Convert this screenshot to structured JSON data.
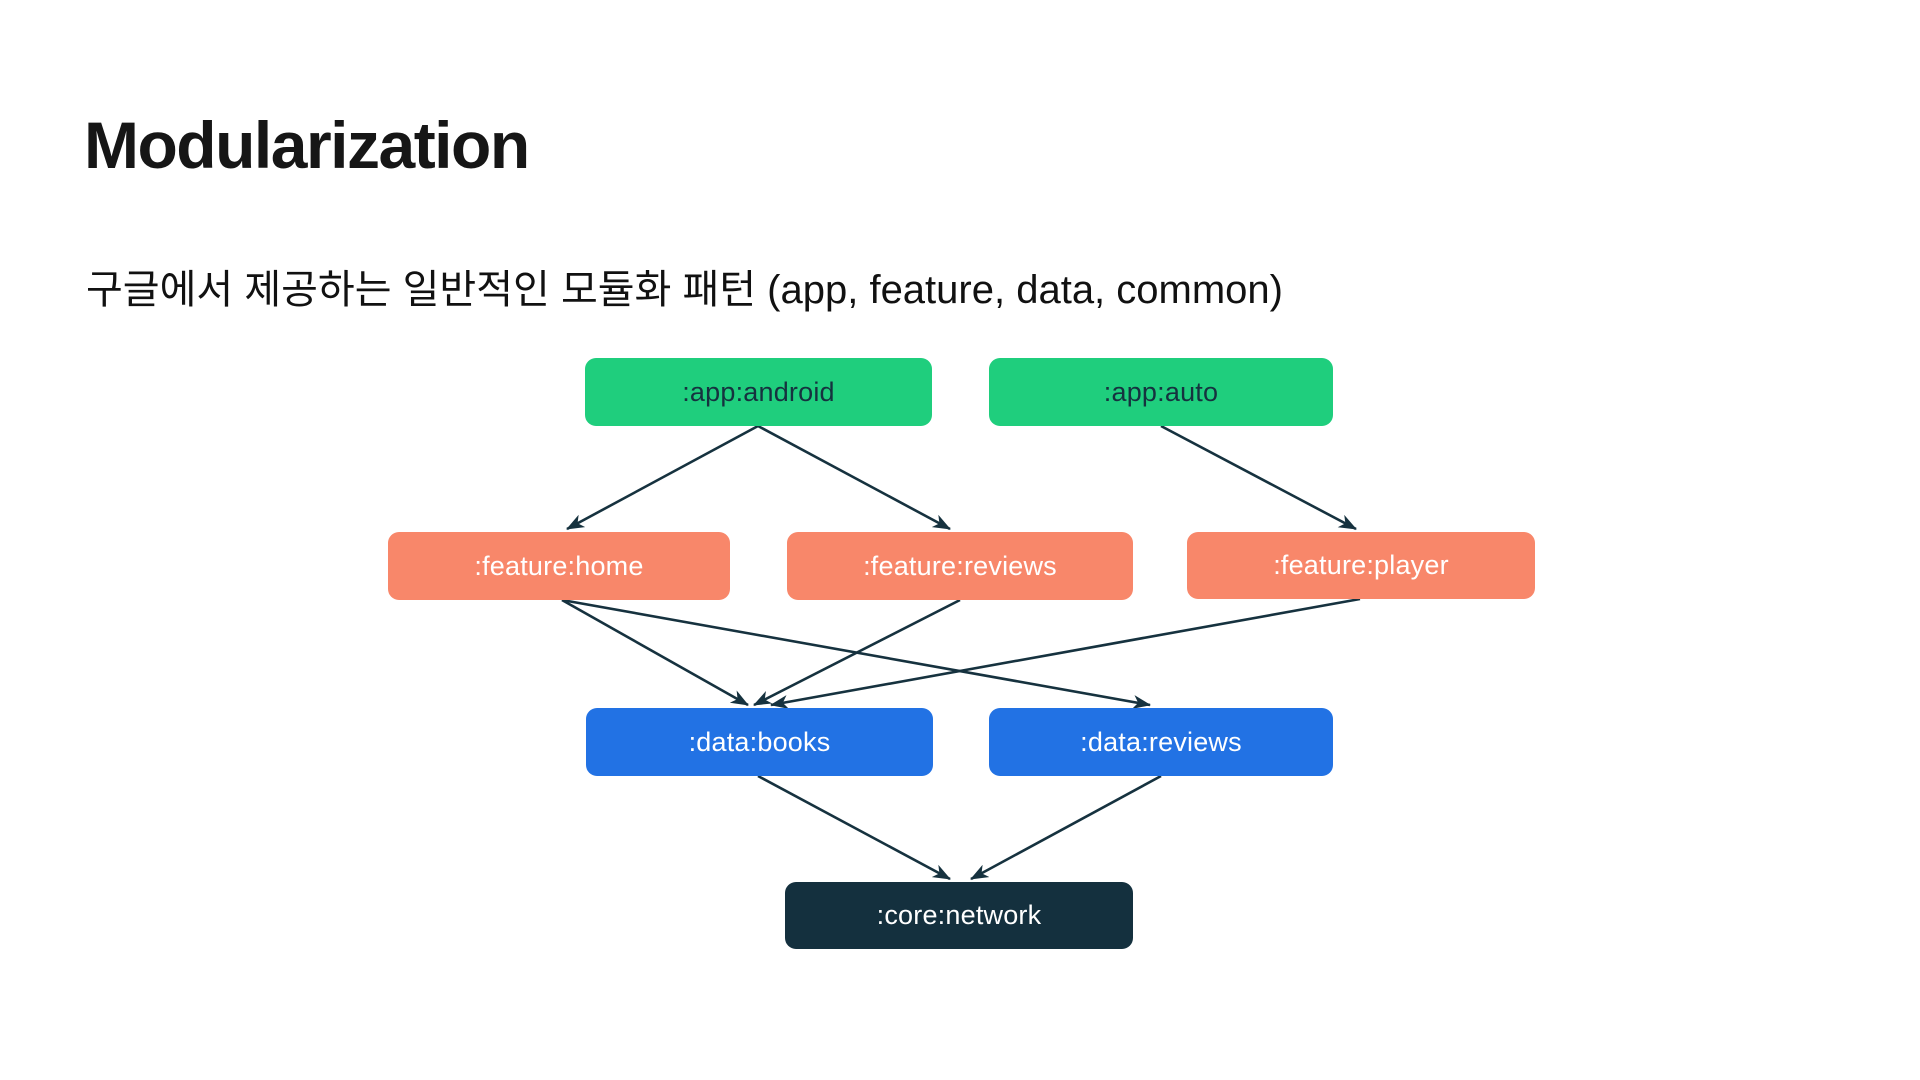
{
  "slide": {
    "title": "Modularization",
    "subtitle": "구글에서 제공하는 일반적인 모듈화 패턴 (app, feature, data, common)"
  },
  "colors": {
    "background": "#ffffff",
    "title_text": "#161616",
    "ink": "#16323f",
    "groups": {
      "app": {
        "fill": "#1fce7d",
        "text": "#16323f"
      },
      "feature": {
        "fill": "#f8876a",
        "text": "#ffffff"
      },
      "data": {
        "fill": "#2272e4",
        "text": "#ffffff"
      },
      "core": {
        "fill": "#14303e",
        "text": "#ffffff"
      }
    }
  },
  "diagram": {
    "nodes": [
      {
        "id": "app_android",
        "label": ":app:android",
        "group": "app"
      },
      {
        "id": "app_auto",
        "label": ":app:auto",
        "group": "app"
      },
      {
        "id": "feature_home",
        "label": ":feature:home",
        "group": "feature"
      },
      {
        "id": "feature_reviews",
        "label": ":feature:reviews",
        "group": "feature"
      },
      {
        "id": "feature_player",
        "label": ":feature:player",
        "group": "feature"
      },
      {
        "id": "data_books",
        "label": ":data:books",
        "group": "data"
      },
      {
        "id": "data_reviews",
        "label": ":data:reviews",
        "group": "data"
      },
      {
        "id": "core_network",
        "label": ":core:network",
        "group": "core"
      }
    ],
    "edges": [
      {
        "from": "app_android",
        "to": "feature_home"
      },
      {
        "from": "app_android",
        "to": "feature_reviews"
      },
      {
        "from": "app_auto",
        "to": "feature_player"
      },
      {
        "from": "feature_home",
        "to": "data_books"
      },
      {
        "from": "feature_home",
        "to": "data_reviews"
      },
      {
        "from": "feature_reviews",
        "to": "data_books"
      },
      {
        "from": "feature_player",
        "to": "data_books"
      },
      {
        "from": "data_books",
        "to": "core_network"
      },
      {
        "from": "data_reviews",
        "to": "core_network"
      }
    ]
  }
}
